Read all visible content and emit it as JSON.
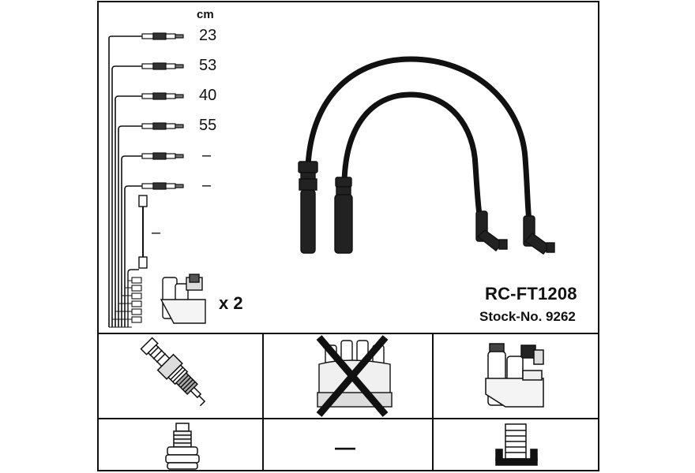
{
  "header": {
    "unit_label": "cm"
  },
  "cable_lengths": [
    "23",
    "53",
    "40",
    "55",
    "–",
    "–"
  ],
  "coil_cable_length": "–",
  "coil": {
    "quantity_label": "x 2"
  },
  "product": {
    "model": "RC-FT1208",
    "stock_number": "Stock-No. 9262"
  },
  "bottom_grid": {
    "distributor_cap_unavailable": true,
    "rotor_placeholder": "—"
  },
  "icons": {
    "cable_connector": "cable-connector-icon",
    "spark_plug": "spark-plug-icon",
    "distributor_cap": "distributor-cap-icon",
    "ignition_coil": "ignition-coil-icon",
    "plug_boot": "plug-boot-icon",
    "terminal": "terminal-icon"
  }
}
